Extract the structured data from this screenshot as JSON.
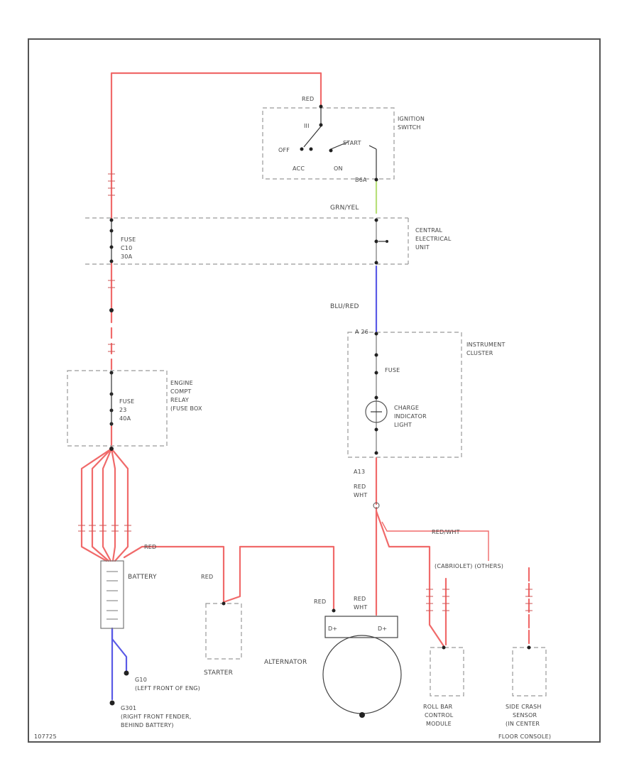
{
  "colors": {
    "red_wire": "#f06a6a",
    "blue_wire": "#5a5ae6",
    "green_wire": "#b8e07a",
    "dash_box": "#999999",
    "text": "#444444"
  },
  "labels": {
    "ign_red": "RED",
    "ign_switch": [
      "IGNITION",
      "SWITCH"
    ],
    "ign_iii": "III",
    "ign_off": "OFF",
    "ign_start": "START",
    "ign_acc": "ACC",
    "ign_on": "ON",
    "ign_b": "B6A",
    "grn_yel": "GRN/YEL",
    "central": [
      "CENTRAL",
      "ELECTRICAL",
      "UNIT"
    ],
    "fuse_c10": [
      "FUSE",
      "C10",
      "30A"
    ],
    "blu_red": "BLU/RED",
    "inst_pin": "A 26",
    "inst_cluster": [
      "INSTRUMENT",
      "CLUSTER"
    ],
    "inst_fuse": "FUSE",
    "charge_light": [
      "CHARGE",
      "INDICATOR",
      "LIGHT"
    ],
    "engine_box": [
      "ENGINE",
      "COMPT",
      "RELAY",
      "(FUSE BOX"
    ],
    "fuse_23": [
      "FUSE",
      "23",
      "40A"
    ],
    "a13": "A13",
    "red_wht": [
      "RED",
      "WHT"
    ],
    "red_wht2": "RED/WHT",
    "conv_other": "(CABRIOLET)   (OTHERS)",
    "battery": "BATTERY",
    "red_bat": "RED",
    "red_starter": "RED",
    "starter": "STARTER",
    "red_alt": "RED",
    "red_wht3": [
      "RED",
      "WHT"
    ],
    "alternator": "ALTERNATOR",
    "dplus1": "D+",
    "dplus2": "D+",
    "roll_bar": [
      "ROLL BAR",
      "CONTROL",
      "MODULE"
    ],
    "side_crash": [
      "SIDE CRASH",
      "SENSOR",
      "(IN CENTER",
      "FLOOR CONSOLE)"
    ],
    "g10": [
      "G10",
      "(LEFT FRONT OF ENG)"
    ],
    "g301": [
      "G301",
      "(RIGHT FRONT FENDER,",
      "BEHIND BATTERY)"
    ],
    "corner_id": "107725"
  }
}
